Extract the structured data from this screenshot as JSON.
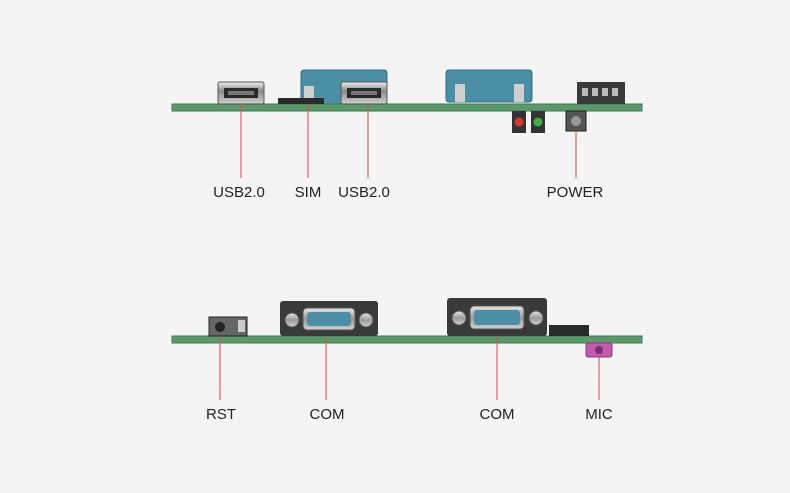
{
  "top_view": {
    "labels": [
      "USB2.0",
      "SIM",
      "USB2.0",
      "POWER"
    ]
  },
  "bottom_view": {
    "labels": [
      "RST",
      "COM",
      "COM",
      "MIC"
    ]
  },
  "colors": {
    "pcb": "#5a9a6a",
    "pcb_edge": "#3f7a52",
    "db_blue": "#4a8fa6",
    "metal": "#c8c8c8",
    "leader": "#e3444a",
    "led_red": "#d83a2a",
    "led_green": "#3fae4a",
    "mic": "#c35ab0"
  }
}
